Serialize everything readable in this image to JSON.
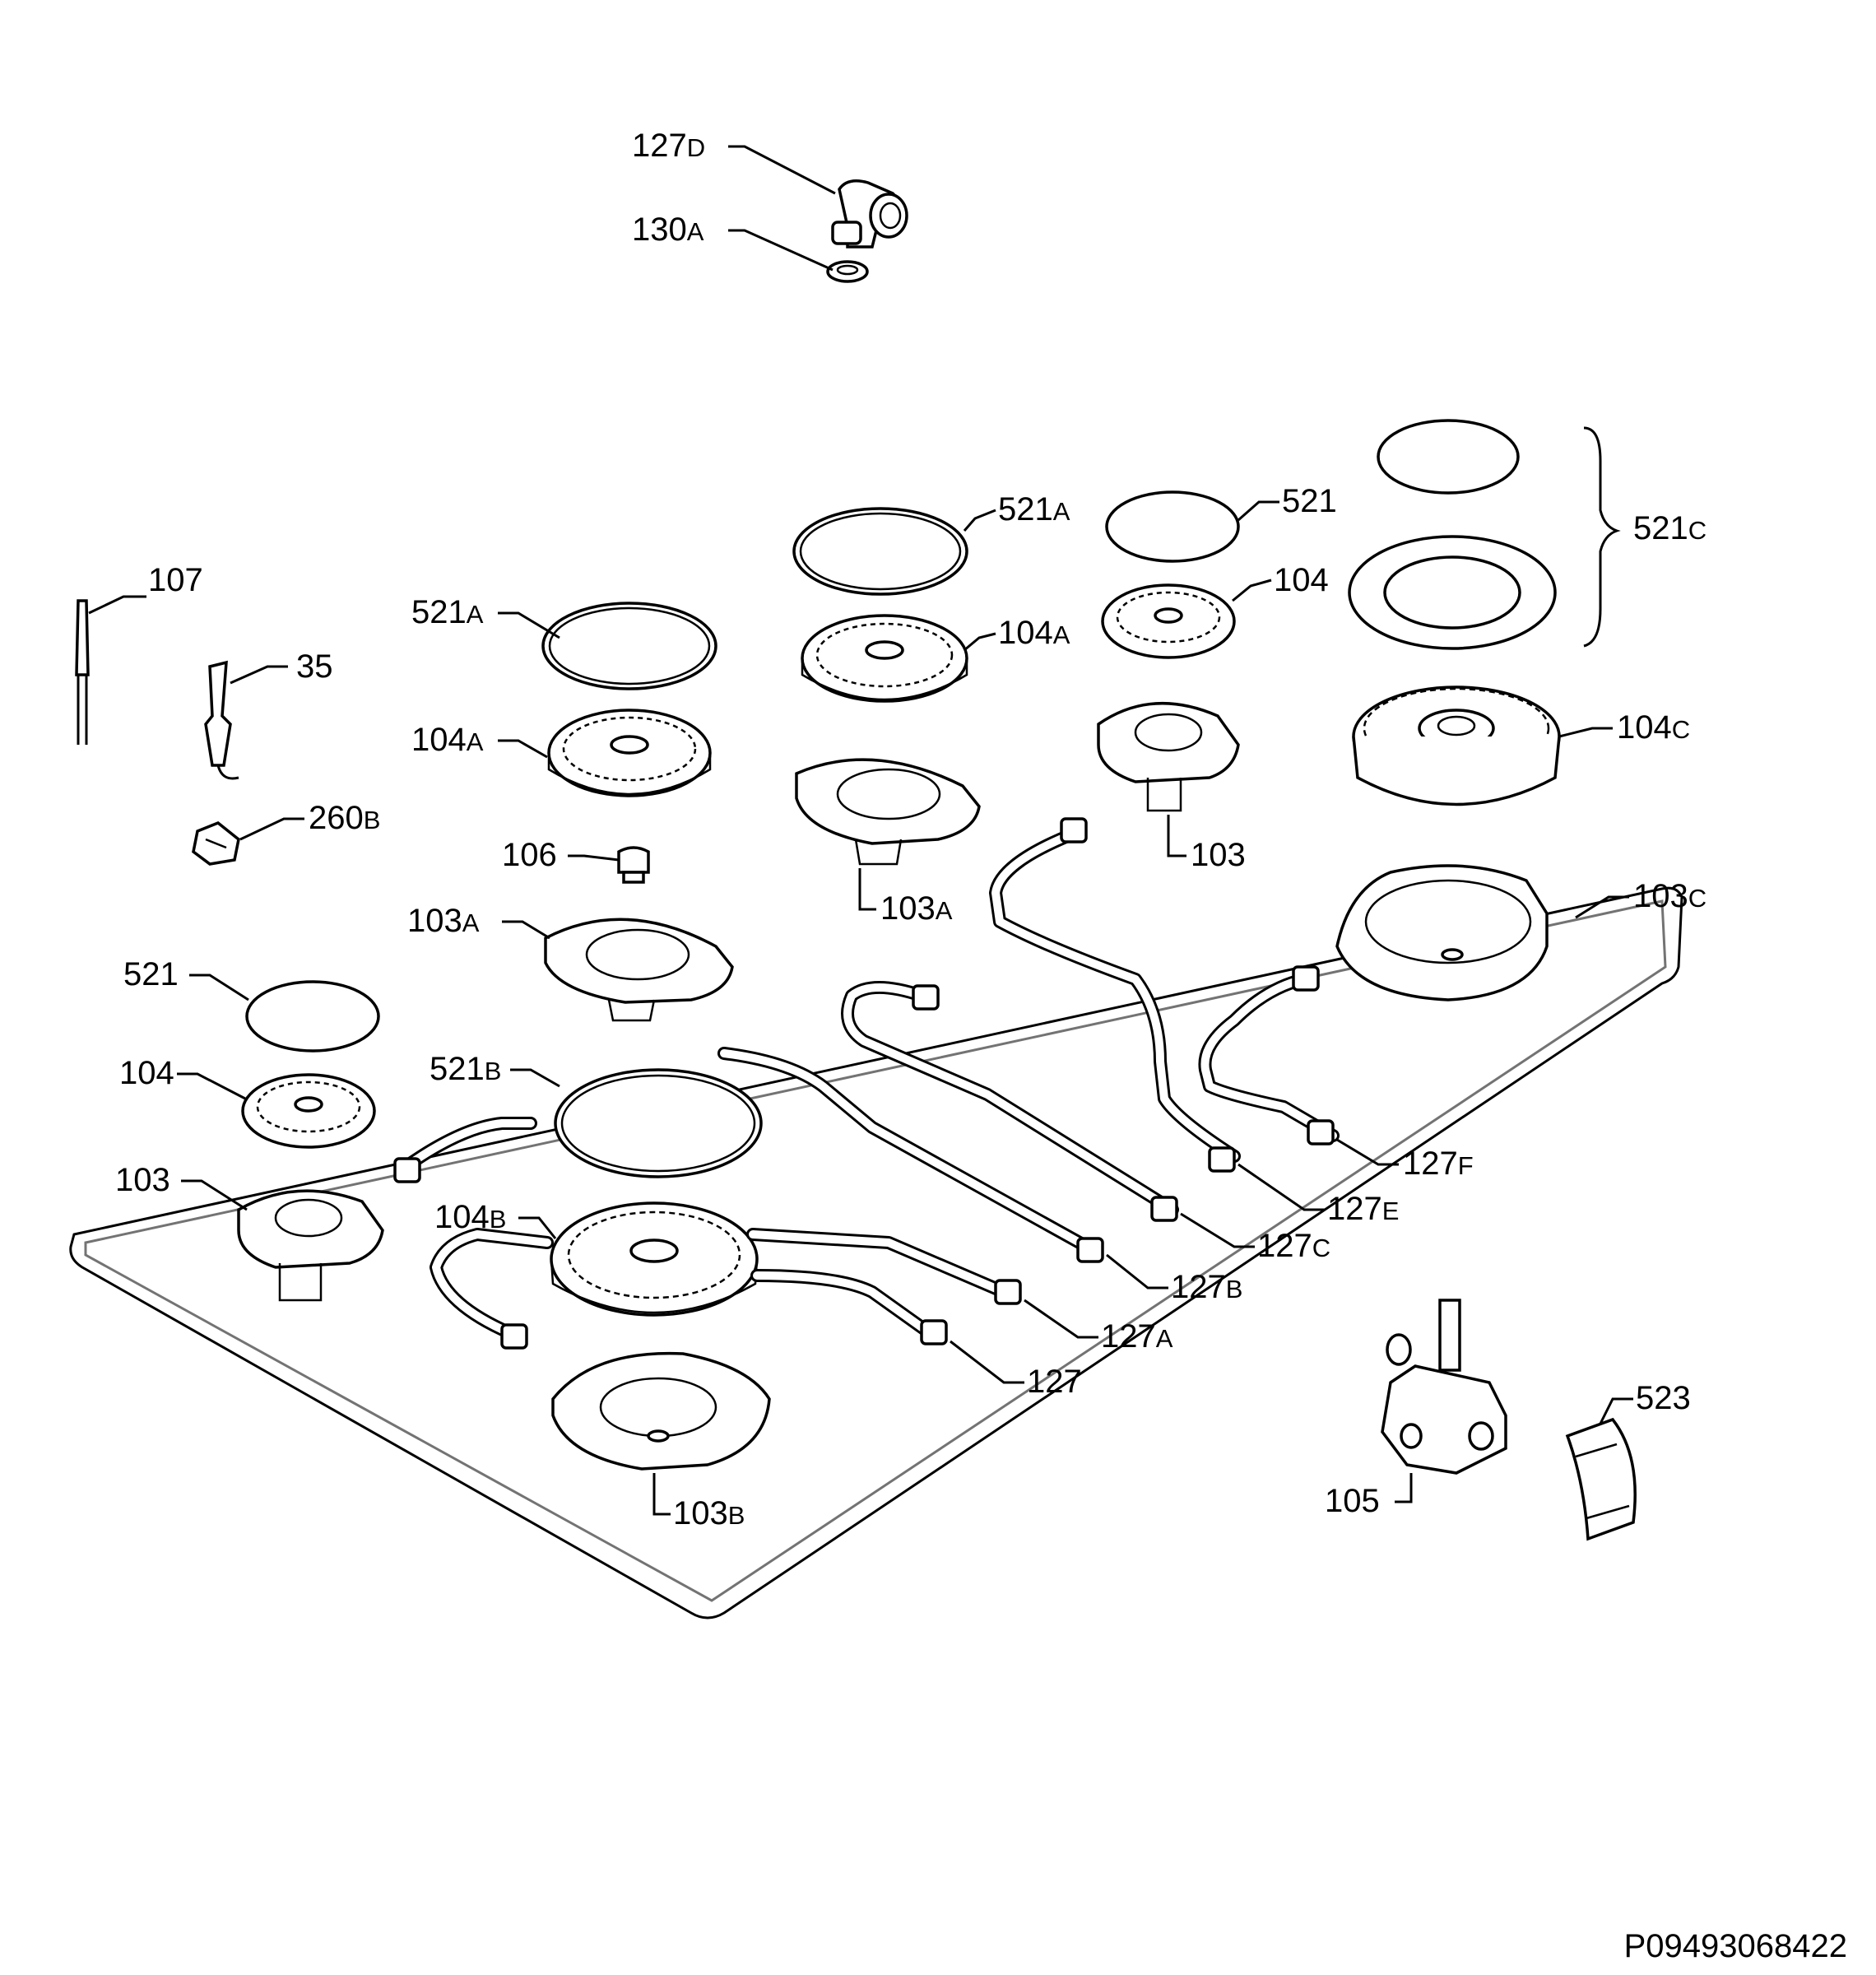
{
  "labels": {
    "l127D": {
      "main": "127",
      "sub": "D"
    },
    "l130A": {
      "main": "130",
      "sub": "A"
    },
    "l521A_mid": {
      "main": "521",
      "sub": "A"
    },
    "l521_right": {
      "main": "521",
      "sub": ""
    },
    "l521C": {
      "main": "521",
      "sub": "C"
    },
    "l107": {
      "main": "107",
      "sub": ""
    },
    "l35": {
      "main": "35",
      "sub": ""
    },
    "l521A_left": {
      "main": "521",
      "sub": "A"
    },
    "l104_right": {
      "main": "104",
      "sub": ""
    },
    "l104A_mid": {
      "main": "104",
      "sub": "A"
    },
    "l104A_left": {
      "main": "104",
      "sub": "A"
    },
    "l104C": {
      "main": "104",
      "sub": "C"
    },
    "l260B": {
      "main": "260",
      "sub": "B"
    },
    "l106": {
      "main": "106",
      "sub": ""
    },
    "l103_right": {
      "main": "103",
      "sub": ""
    },
    "l103A_mid": {
      "main": "103",
      "sub": "A"
    },
    "l103A_left": {
      "main": "103",
      "sub": "A"
    },
    "l103C": {
      "main": "103",
      "sub": "C"
    },
    "l521_left": {
      "main": "521",
      "sub": ""
    },
    "l104_left": {
      "main": "104",
      "sub": ""
    },
    "l521B": {
      "main": "521",
      "sub": "B"
    },
    "l103_left": {
      "main": "103",
      "sub": ""
    },
    "l104B": {
      "main": "104",
      "sub": "B"
    },
    "l127F": {
      "main": "127",
      "sub": "F"
    },
    "l127E": {
      "main": "127",
      "sub": "E"
    },
    "l127C": {
      "main": "127",
      "sub": "C"
    },
    "l127B": {
      "main": "127",
      "sub": "B"
    },
    "l127A": {
      "main": "127",
      "sub": "A"
    },
    "l127": {
      "main": "127",
      "sub": ""
    },
    "l523": {
      "main": "523",
      "sub": ""
    },
    "l105": {
      "main": "105",
      "sub": ""
    },
    "l103B": {
      "main": "103",
      "sub": "B"
    }
  },
  "reference_code": "P09493068422"
}
